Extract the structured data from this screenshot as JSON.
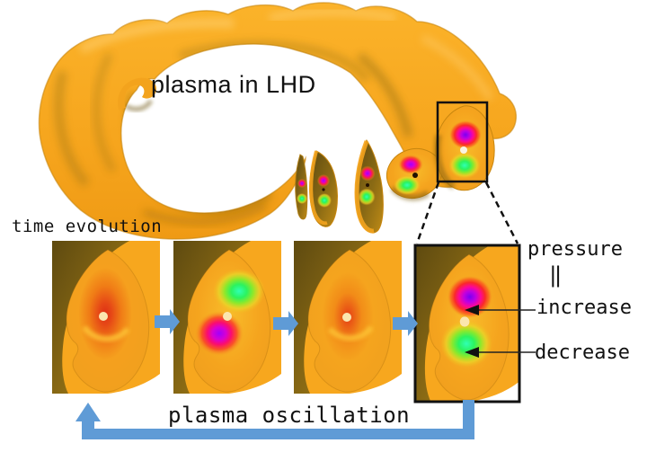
{
  "labels": {
    "torus": "plasma in LHD",
    "time_evolution": "time evolution",
    "oscillation": "plasma oscillation"
  },
  "pressure_legend": {
    "title": "pressure",
    "equivalence_symbol": "‖",
    "increase": "increase",
    "decrease": "decrease"
  },
  "colors": {
    "plasma_orange": "#F6A61E",
    "shadow_olive": "#7A5E12",
    "arrow_blue": "#5F9BD6",
    "pressure_increase_core": "#8800EE",
    "pressure_increase_ring": "#FC0896",
    "pressure_decrease_core": "#2BF35F",
    "hot_core_red": "#E23418",
    "axis_dot_cream": "#FBE6AE",
    "outline_black": "#111111"
  },
  "stages": [
    {
      "name": "stage-1"
    },
    {
      "name": "stage-2"
    },
    {
      "name": "stage-3"
    },
    {
      "name": "stage-4-zoomed"
    }
  ]
}
